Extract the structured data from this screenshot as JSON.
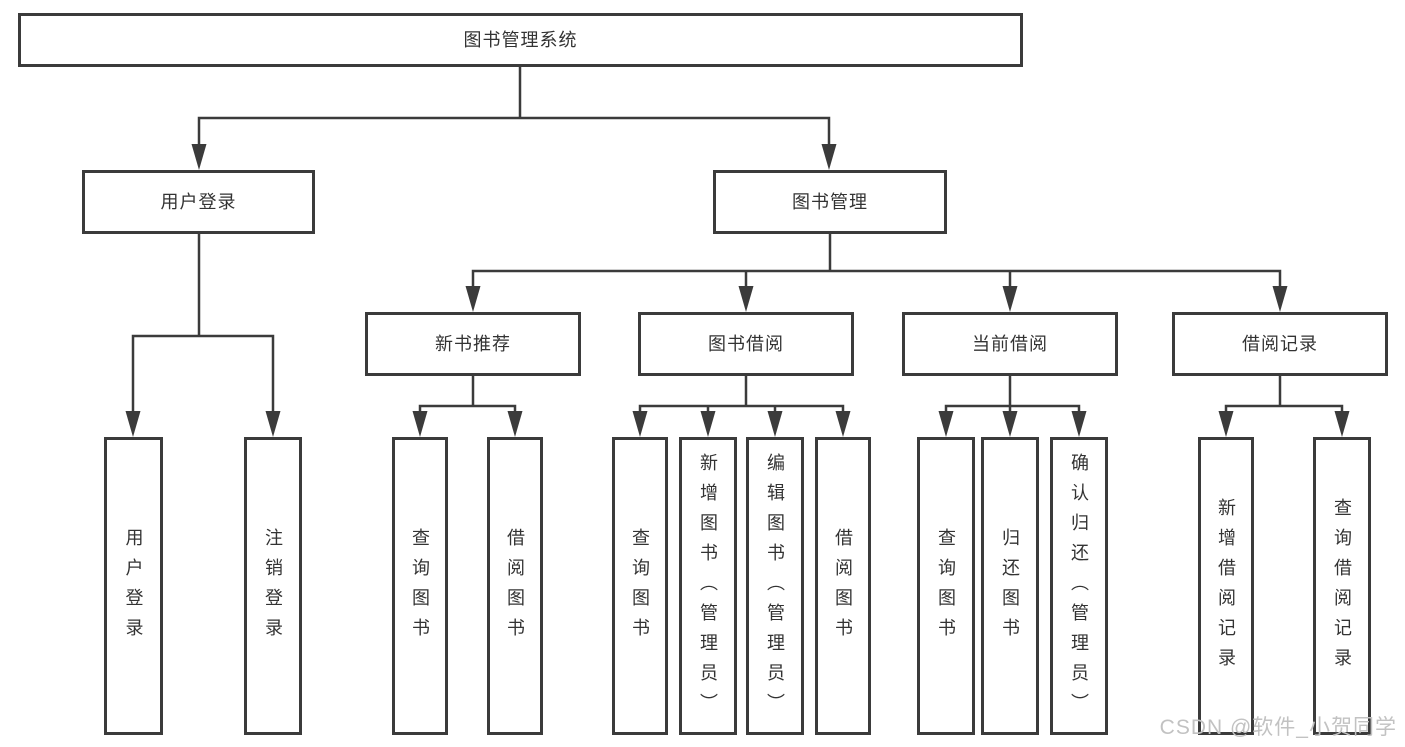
{
  "colors": {
    "line": "#3b3b3b",
    "text": "#333333",
    "box_background": "#ffffff",
    "watermark": "#c2c2c2",
    "background": "#ffffff"
  },
  "watermark": "CSDN @软件_小贺同学",
  "tree": {
    "root": {
      "label": "图书管理系统"
    },
    "branches": [
      {
        "label": "用户登录",
        "leaves": [
          "用户登录",
          "注销登录"
        ]
      },
      {
        "label": "图书管理",
        "groups": [
          {
            "label": "新书推荐",
            "leaves": [
              "查询图书",
              "借阅图书"
            ]
          },
          {
            "label": "图书借阅",
            "leaves": [
              "查询图书",
              "新增图书（管理员）",
              "编辑图书（管理员）",
              "借阅图书"
            ]
          },
          {
            "label": "当前借阅",
            "leaves": [
              "查询图书",
              "归还图书",
              "确认归还（管理员）"
            ]
          },
          {
            "label": "借阅记录",
            "leaves": [
              "新增借阅记录",
              "查询借阅记录"
            ]
          }
        ]
      }
    ]
  }
}
